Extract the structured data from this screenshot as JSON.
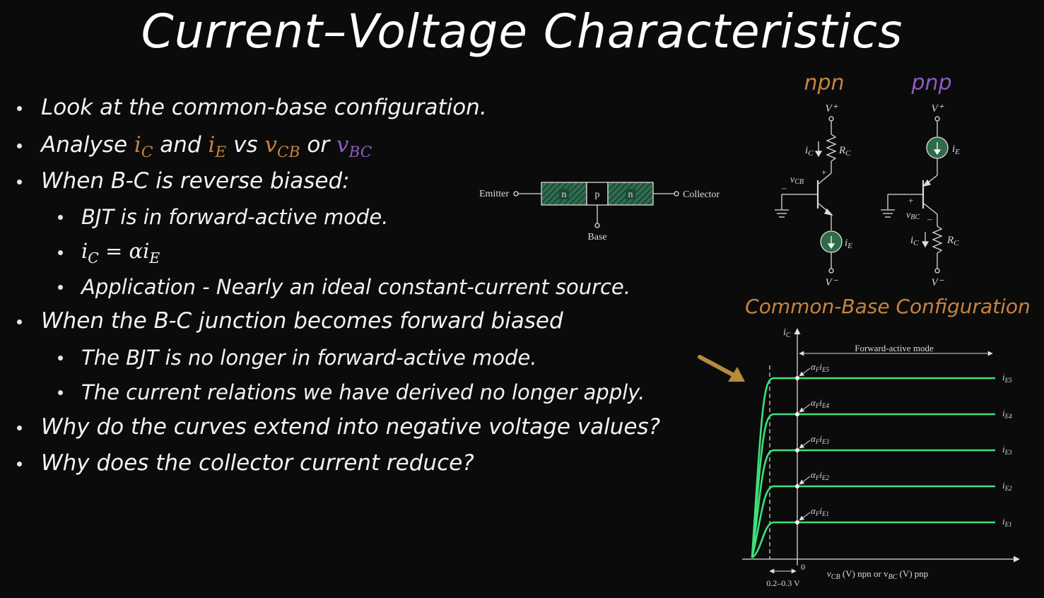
{
  "title": "Current–Voltage Characteristics",
  "bullets": {
    "b1": "Look at the common-base configuration.",
    "b2_pre": "Analyse",
    "b2_ic": "i",
    "b2_ic_sub": "C",
    "b2_and": "and",
    "b2_ie": "i",
    "b2_ie_sub": "E",
    "b2_vs": "vs",
    "b2_vcb": "v",
    "b2_vcb_sub": "CB",
    "b2_or": "or",
    "b2_vbc": "v",
    "b2_vbc_sub": "BC",
    "b3": "When B-C is reverse biased:",
    "b3a": "BJT is in forward-active mode.",
    "b3b_lhs": "i",
    "b3b_lhs_sub": "C",
    "b3b_rhs": " = αi",
    "b3b_rhs_sub": "E",
    "b3c": "Application - Nearly an ideal constant-current source.",
    "b4": "When the B-C junction becomes forward biased",
    "b4a": "The BJT is no longer in forward-active mode.",
    "b4b": "The current relations we have derived no longer apply.",
    "b5": "Why do the curves extend into negative voltage values?",
    "b6": "Why does the collector current reduce?"
  },
  "junction": {
    "emitter": "Emitter",
    "collector": "Collector",
    "base": "Base",
    "n1": "n",
    "p": "p",
    "n2": "n"
  },
  "circuits": {
    "npn_label": "npn",
    "pnp_label": "pnp",
    "vplus": "V⁺",
    "vminus": "V⁻",
    "ic": "i",
    "ic_sub": "C",
    "rc": "R",
    "rc_sub": "C",
    "vcb": "v",
    "vcb_sub": "CB",
    "vbc": "v",
    "vbc_sub": "BC",
    "ie": "i",
    "ie_sub": "E",
    "plus": "+",
    "minus": "–",
    "caption": "Common-Base Configuration"
  },
  "chart": {
    "y_label": "i",
    "y_label_sub": "C",
    "forward_active": "Forward-active mode",
    "zero": "0",
    "x_label": "v",
    "x_label_sub1": "CB",
    "x_label_mid": " (V) npn or v",
    "x_label_sub2": "BC",
    "x_label_end": " (V) pnp",
    "range": "0.2–0.3 V",
    "curves": [
      {
        "alpha": "α",
        "alpha_sub": "F",
        "i": "i",
        "i_sub": "E5",
        "right": "i",
        "right_sub": "E5"
      },
      {
        "alpha": "α",
        "alpha_sub": "F",
        "i": "i",
        "i_sub": "E4",
        "right": "i",
        "right_sub": "E4"
      },
      {
        "alpha": "α",
        "alpha_sub": "F",
        "i": "i",
        "i_sub": "E3",
        "right": "i",
        "right_sub": "E3"
      },
      {
        "alpha": "α",
        "alpha_sub": "F",
        "i": "i",
        "i_sub": "E2",
        "right": "i",
        "right_sub": "E2"
      },
      {
        "alpha": "α",
        "alpha_sub": "F",
        "i": "i",
        "i_sub": "E1",
        "right": "i",
        "right_sub": "E1"
      }
    ]
  },
  "colors": {
    "curve": "#3ee07a",
    "arrow": "#b88a3c",
    "orange": "#c7833f",
    "purple": "#8e5bc4",
    "source_fill": "#2e6b4a"
  }
}
